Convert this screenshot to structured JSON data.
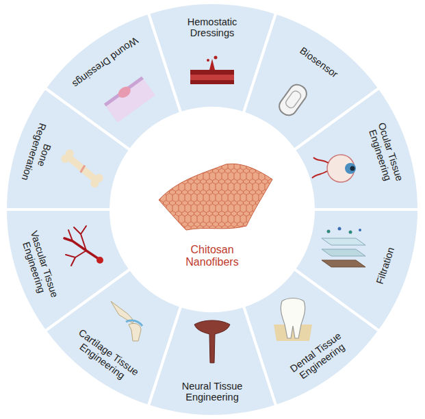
{
  "diagram": {
    "nodes": [
      {
        "text": [
          "Hemostatic Dressings"
        ]
      },
      {
        "text": [
          "Biosensor"
        ]
      },
      {
        "text": [
          "Ocular Tissue Engineering"
        ]
      },
      {
        "text": [
          "Filtration"
        ]
      },
      {
        "text": [
          "Dental Tissue Engineering"
        ]
      },
      {
        "text": [
          "Neural Tissue Engineering"
        ]
      },
      {
        "text": [
          "Cartilage Tissue Engineering"
        ]
      },
      {
        "text": [
          "Vascular Tissue Engineering"
        ]
      },
      {
        "text": [
          "Bone Regeneration"
        ]
      },
      {
        "text": [
          "Wound Dressings"
        ]
      },
      {
        "text": [
          "Chitosan Nanofibers"
        ]
      }
    ]
  }
}
